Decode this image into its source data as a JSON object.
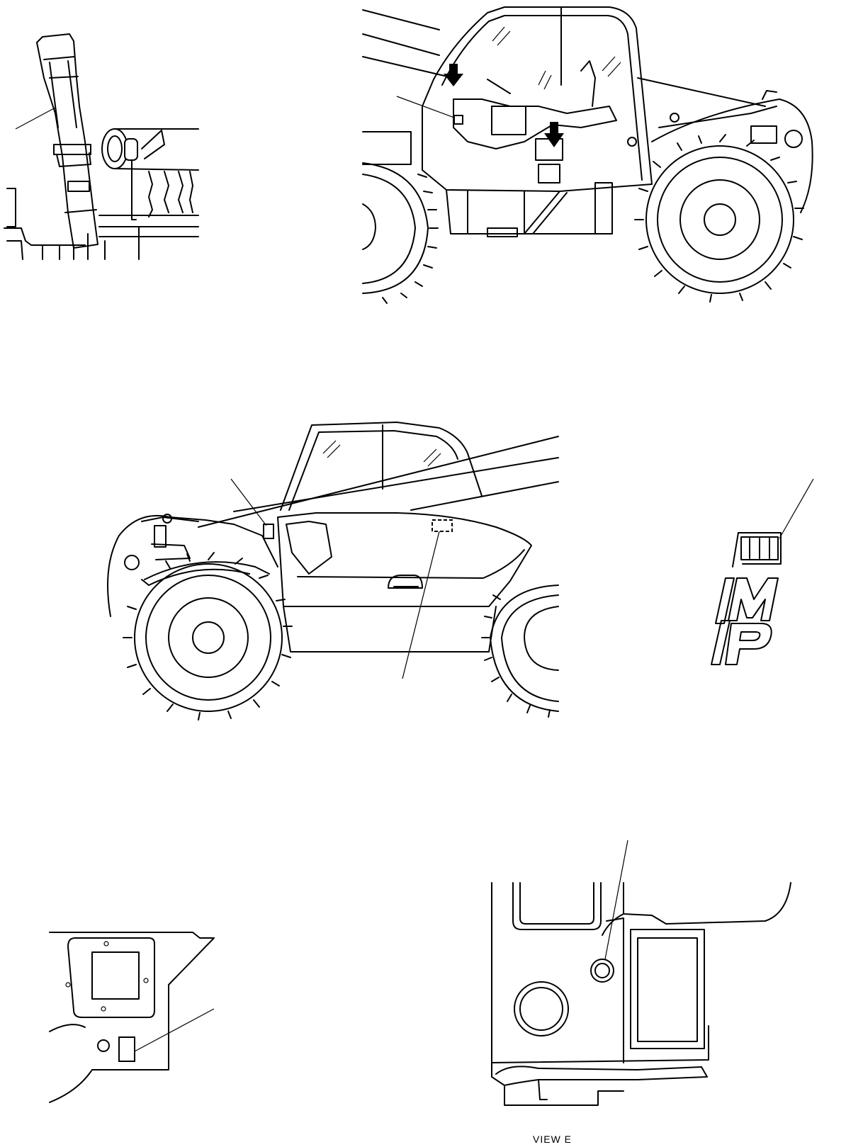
{
  "figure": {
    "caption_partial": "VIEW  E",
    "logo_text": "MP",
    "views": [
      "view-exhaust-stack",
      "view-cab-interior",
      "view-machine-left-side",
      "view-logo-detail",
      "view-rear-panel",
      "view-counterweight-rear"
    ]
  }
}
